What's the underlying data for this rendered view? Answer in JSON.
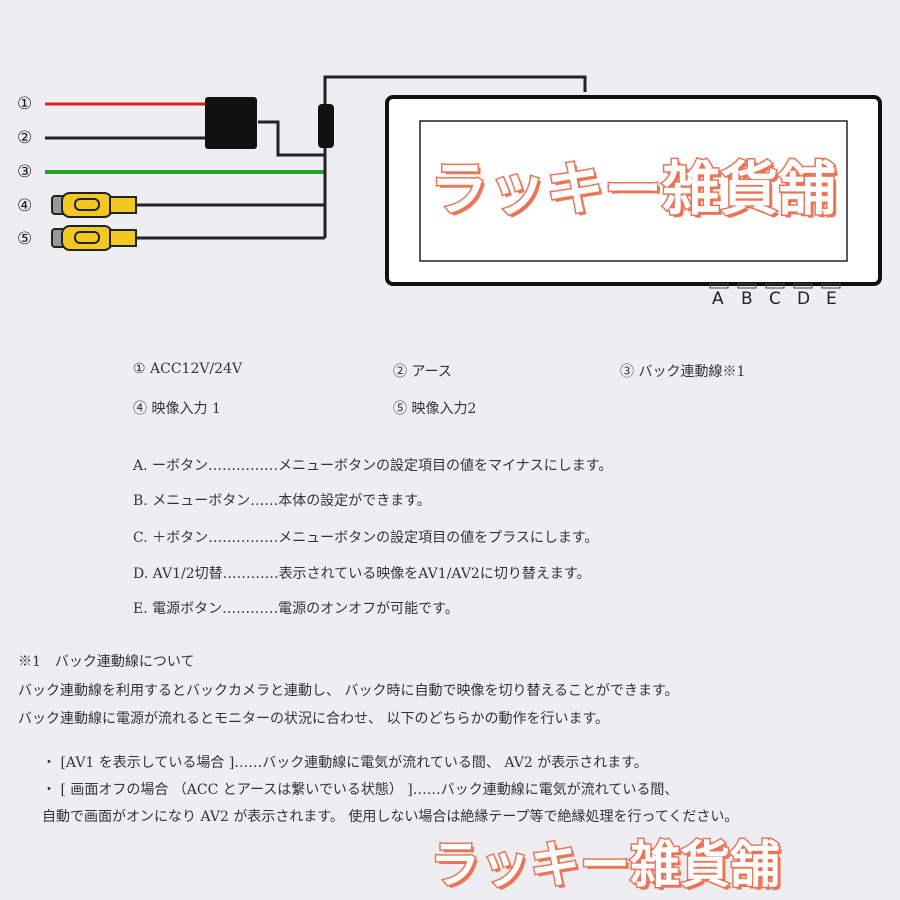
{
  "wires": [
    {
      "num": "①",
      "color": "#e02020"
    },
    {
      "num": "②",
      "color": "#222222"
    },
    {
      "num": "③",
      "color": "#2aa02a"
    },
    {
      "num": "④",
      "color": "#f0c820"
    },
    {
      "num": "⑤",
      "color": "#f0c820"
    }
  ],
  "buttons": [
    "A",
    "B",
    "C",
    "D",
    "E"
  ],
  "legend": [
    "① ACC12V/24V",
    "② アース",
    "③ バック連動線※1",
    "④ 映像入力 1",
    "⑤ 映像入力2"
  ],
  "functions": [
    "A. ーボタン……………メニューボタンの設定項目の値をマイナスにします。",
    "B. メニューボタン……本体の設定ができます。",
    "C. ＋ボタン……………メニューボタンの設定項目の値をプラスにします。",
    "D. AV1/2切替…………表示されている映像をAV1/AV2に切り替えます。",
    "E. 電源ボタン…………電源のオンオフが可能です。"
  ],
  "note": {
    "title": "※1　バック連動線について",
    "lines": [
      "バック連動線を利用するとバックカメラと連動し、 バック時に自動で映像を切り替えることができます。",
      "バック連動線に電源が流れるとモニターの状況に合わせ、 以下のどちらかの動作を行います。"
    ],
    "bullets": [
      "・ [AV1 を表示している場合 ]……バック連動線に電気が流れている間、 AV2 が表示されます。",
      "・ [ 画面オフの場合 （ACC とアースは繋いでいる状態） ]……バック連動線に電気が流れている間、",
      "自動で画面がオンになり AV2 が表示されます。 使用しない場合は絶縁テープ等で絶縁処理を行ってください。"
    ]
  },
  "watermark": "ラッキー雑貨舗"
}
